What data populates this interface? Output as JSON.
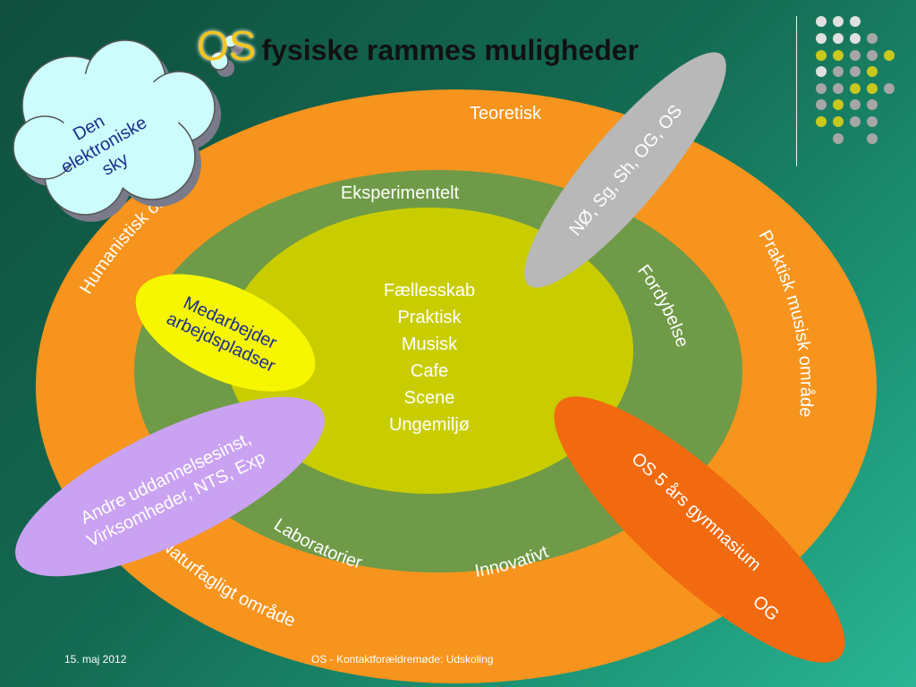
{
  "title": {
    "os": "OS",
    "rest": "fysiske rammes muligheder"
  },
  "rings": {
    "outer": {
      "top": "Teoretisk",
      "left": "Humanistisk område",
      "right": "Praktisk musisk område",
      "bottom": "Naturfagligt område"
    },
    "middle": {
      "top": "Eksperimentelt",
      "right": "Fordybelse",
      "bottom_left": "Laboratorier",
      "bottom_right": "Innovativt"
    },
    "inner": [
      "Fællesskab",
      "Praktisk",
      "Musisk",
      "Cafe",
      "Scene",
      "Ungemiljø"
    ]
  },
  "cloud": [
    "Den",
    "elektroniske",
    "sky"
  ],
  "bubbles": {
    "medarbejder": [
      "Medarbejder",
      "arbejdspladser"
    ],
    "andre": [
      "Andre uddannelsesinst,",
      "Virksomheder, NTS, Exp"
    ],
    "grey": "NØ, Sg, Sh, OG, OS",
    "orange": {
      "line1": "OS     5 års gymnasium",
      "line2": "OG"
    }
  },
  "footer": {
    "date": "15. maj 2012",
    "center": "OS - Kontaktforældremøde: Udskoling"
  },
  "colors": {
    "background": "#146a52",
    "outer_ring": "#f7941d",
    "middle_ring": "#6f9a47",
    "inner": "#c9cd00",
    "cloud": "#ccfcfc",
    "medarbejder": "#f6f600",
    "andre": "#c9a2f2",
    "grey": "#b8b8b8",
    "orange_bubble": "#f26a0f"
  }
}
